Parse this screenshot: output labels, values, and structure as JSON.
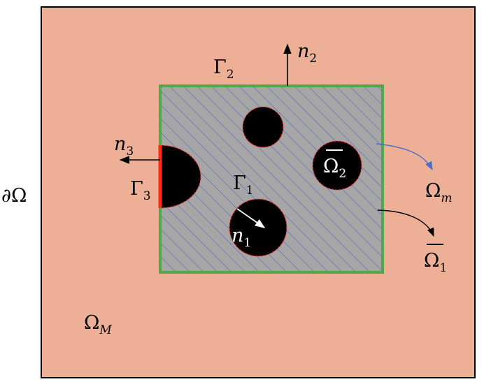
{
  "colors": {
    "outer_fill": "#EDB096",
    "outer_border": "#000000",
    "rve_fill": "#A6A6A6",
    "rve_border": "#4FA84A",
    "hatch": "#4A5BC9",
    "inclusion_fill": "#000000",
    "inclusion_border": "#FF3B3B",
    "gamma3_edge": "#FF2A1A",
    "curve_arrow_blue": "#4A6FC9",
    "arrow_black": "#000000",
    "arrow_white": "#FFFFFF"
  },
  "labels": {
    "outer_boundary": {
      "base": "∂Ω",
      "sub": ""
    },
    "macro_domain": {
      "base": "Ω",
      "sub": "M"
    },
    "micro_domain": {
      "base": "Ω",
      "sub": "m"
    },
    "gamma1": {
      "base": "Γ",
      "sub": "1"
    },
    "gamma2": {
      "base": "Γ",
      "sub": "2"
    },
    "gamma3": {
      "base": "Γ",
      "sub": "3"
    },
    "normal1": {
      "base": "n",
      "sub": "1"
    },
    "normal2": {
      "base": "n",
      "sub": "2"
    },
    "normal3": {
      "base": "n",
      "sub": "3"
    },
    "inclusion_domain_1": {
      "base": "Ω",
      "sub": "1"
    },
    "inclusion_domain_2": {
      "base": "Ω",
      "sub": "2"
    }
  }
}
